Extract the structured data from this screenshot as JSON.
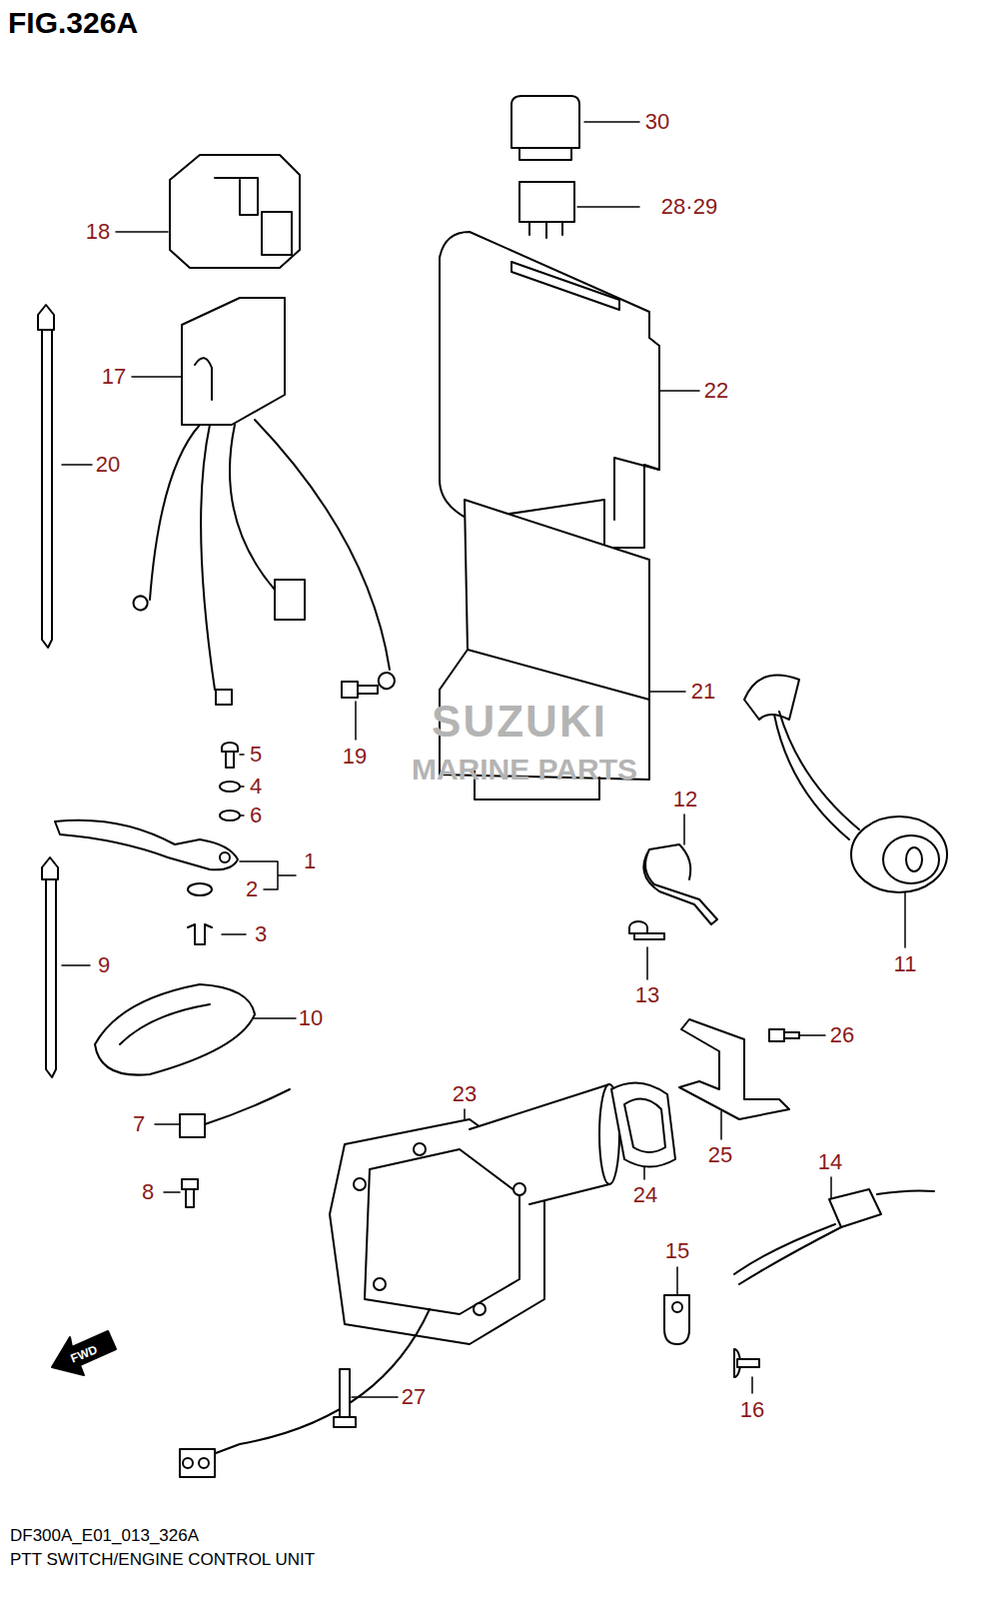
{
  "diagram": {
    "title": "FIG.326A",
    "caption": "PTT SWITCH/ENGINE CONTROL UNIT",
    "labels": [
      "30",
      "28·29",
      "18",
      "17",
      "22",
      "20",
      "21",
      "19",
      "5",
      "4",
      "6",
      "1",
      "2",
      "3",
      "12",
      "11",
      "9",
      "13",
      "10",
      "26",
      "23",
      "7",
      "14",
      "25",
      "8",
      "24",
      "15",
      "27",
      "16",
      "FWD",
      "SUZUKI",
      "MARINE PARTS",
      "DF300A_E01_013_326A"
    ]
  }
}
